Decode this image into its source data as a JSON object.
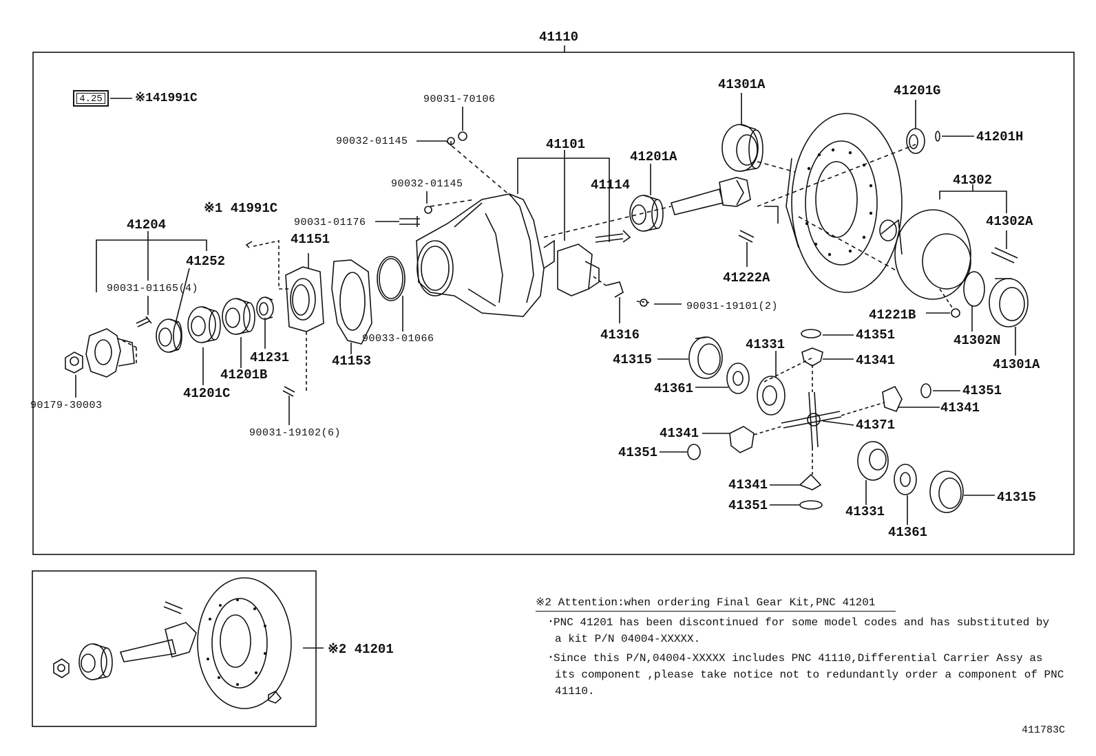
{
  "diagram": {
    "assembly_label": "41110",
    "box_value": "4.25",
    "kit_ref_top": "※141991C",
    "labels": {
      "p41204": "41204",
      "p41252": "41252",
      "p90031_01165": "90031-01165(4)",
      "p90179_30003": "90179-30003",
      "p41201C": "41201C",
      "p41201B": "41201B",
      "p41231": "41231",
      "p41991C": "※1 41991C",
      "p41151": "41151",
      "p90031_19102": "90031-19102(6)",
      "p41153": "41153",
      "p90033_01066": "90033-01066",
      "p90031_01176": "90031-01176",
      "p90032_01145a": "90032-01145",
      "p90032_01145b": "90032-01145",
      "p90031_70106": "90031-70106",
      "p41101": "41101",
      "p41114": "41114",
      "p41201A": "41201A",
      "p41316": "41316",
      "p90031_19101": "90031-19101(2)",
      "p41301A_top": "41301A",
      "p41222A": "41222A",
      "p41201G": "41201G",
      "p41201H": "41201H",
      "p41302": "41302",
      "p41302A": "41302A",
      "p41221B": "41221B",
      "p41302N": "41302N",
      "p41301A_bot": "41301A",
      "p41315a": "41315",
      "p41331a": "41331",
      "p41351a": "41351",
      "p41341a": "41341",
      "p41361a": "41361",
      "p41351b": "41351",
      "p41341b": "41341",
      "p41371": "41371",
      "p41341c": "41341",
      "p41351c": "41351",
      "p41341d": "41341",
      "p41351d": "41351",
      "p41331b": "41331",
      "p41361b": "41361",
      "p41315b": "41315",
      "p41201_kit": "※2 41201"
    }
  },
  "notes": {
    "heading": "※2 Attention:when ordering Final Gear Kit,PNC 41201",
    "para1": "･PNC 41201 has been discontinued for some model codes and has substituted by a kit P/N 04004-XXXXX.",
    "para2": "･Since this P/N,04004-XXXXX includes PNC 41110,Differential Carrier Assy as its component ,please take notice not to redundantly order a component of PNC 41110."
  },
  "figure_code": "411783C"
}
